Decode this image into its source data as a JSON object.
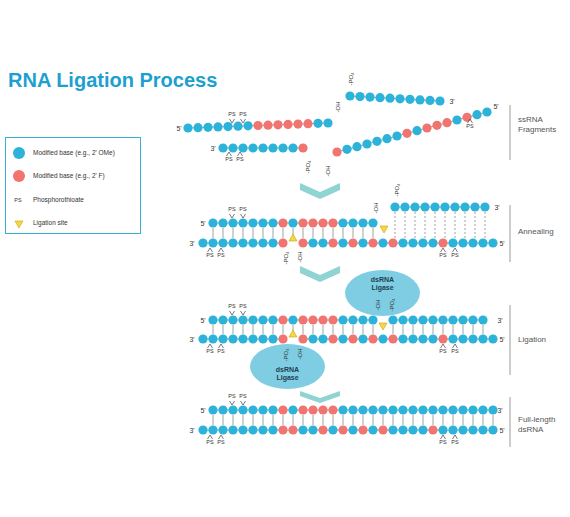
{
  "diagram": {
    "title": "RNA Ligation Process",
    "nodes": [
      {
        "text": [
          "dsRNA Ligase"
        ]
      },
      {
        "text": [
          "dsRNA Ligase"
        ]
      }
    ],
    "labels": [
      "ssRNA Fragments",
      "Annealing",
      "Ligation",
      "Full-length dsRNA",
      "5'",
      "PS",
      "PS",
      "-OH",
      "-PO₄",
      "3'",
      "3'",
      "PS",
      "PS",
      "-PO₄",
      "-OH",
      "PS",
      "5'",
      "5'",
      "PS",
      "PS",
      "-OH",
      "-PO₄",
      "3'",
      "3'",
      "PS",
      "PS",
      "-PO₄",
      "-OH",
      "PS",
      "PS",
      "5'",
      "5'",
      "PS",
      "PS",
      "-OH",
      "-PO₄",
      "3'",
      "3'",
      "PS",
      "PS",
      "-PO₄",
      "-OH",
      "PS",
      "PS",
      "5'",
      "5'",
      "PS",
      "PS",
      "3'",
      "3'",
      "PS",
      "PS",
      "PS",
      "PS",
      "5'",
      "PS"
    ],
    "legend": [
      {
        "text": "Modified base (e.g., 2' OMe)",
        "color": "#2db3d9"
      },
      {
        "text": "Modified base (e.g., 2' F)",
        "color": "#f07470"
      },
      {
        "text": "Phosphorothioate"
      },
      {
        "text": "Ligation site"
      }
    ]
  }
}
